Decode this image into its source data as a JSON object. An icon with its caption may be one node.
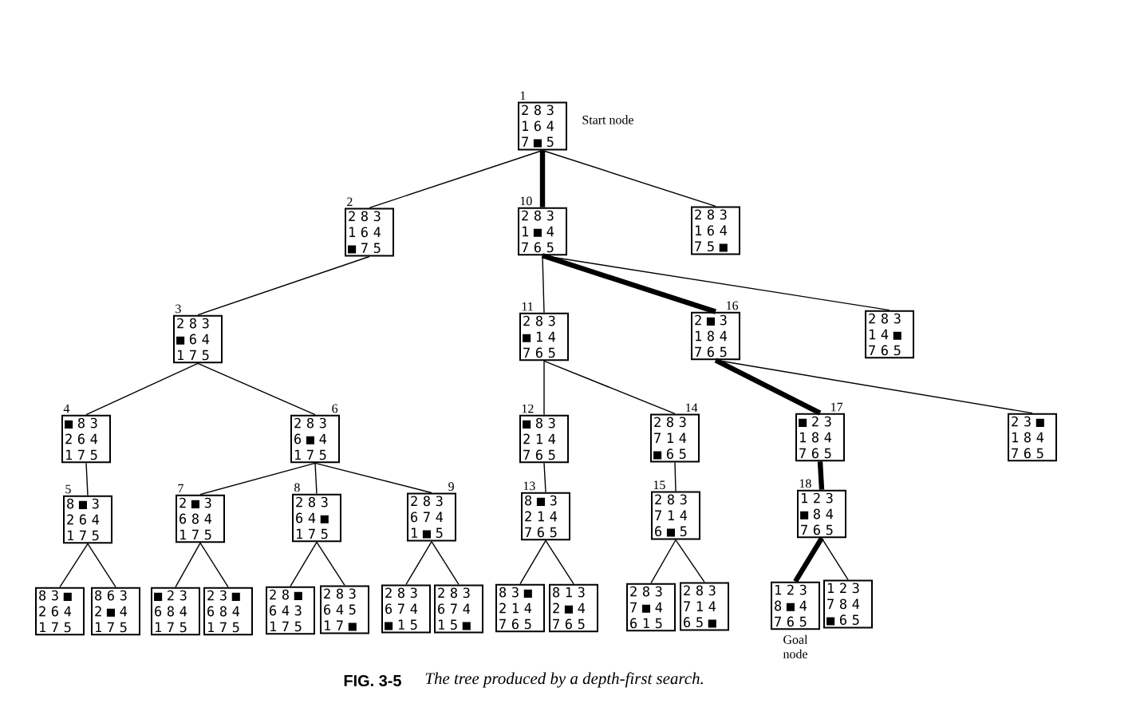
{
  "diagram": {
    "caption": "The tree produced by a depth-first search.",
    "nodes": [
      {
        "text": [
          "1",
          "2 8 3 1 6 4 7 ■ 5"
        ],
        "beside": [
          "Start node"
        ]
      },
      {
        "text": [
          "2",
          "2 8 3 1 6 4 ■ 7 5"
        ]
      },
      {
        "text": [
          "10",
          "2 8 3 1 ■ 4 7 6 5"
        ]
      },
      {
        "text": [
          "2 8 3 1 6 4 7 5 ■"
        ]
      },
      {
        "text": [
          "3",
          "2 8 3 ■ 6 4 1 7 5"
        ]
      },
      {
        "text": [
          "11",
          "2 8 3 ■ 1 4 7 6 5"
        ]
      },
      {
        "text": [
          "16",
          "2 ■ 3 1 8 4 7 6 5"
        ]
      },
      {
        "text": [
          "2 8 3 1 4 ■ 7 6 5"
        ]
      },
      {
        "text": [
          "4",
          "■ 8 3 2 6 4 1 7 5"
        ]
      },
      {
        "text": [
          "6",
          "2 8 3 6 ■ 4 1 7 5"
        ]
      },
      {
        "text": [
          "12",
          "■ 8 3 2 1 4 7 6 5"
        ]
      },
      {
        "text": [
          "14",
          "2 8 3 7 1 4 ■ 6 5"
        ]
      },
      {
        "text": [
          "17",
          "■ 2 3 1 8 4 7 6 5"
        ]
      },
      {
        "text": [
          "2 3 ■ 1 8 4 7 6 5"
        ]
      },
      {
        "text": [
          "5",
          "8 ■ 3 2 6 4 1 7 5"
        ]
      },
      {
        "text": [
          "7",
          "2 ■ 3 6 8 4 1 7 5"
        ]
      },
      {
        "text": [
          "8",
          "2 8 3 6 4 ■ 1 7 5"
        ]
      },
      {
        "text": [
          "9",
          "2 8 3 6 7 4 1 ■ 5"
        ]
      },
      {
        "text": [
          "13",
          "8 ■ 3 2 1 4 7 6 5"
        ]
      },
      {
        "text": [
          "15",
          "2 8 3 7 1 4 6 ■ 5"
        ]
      },
      {
        "text": [
          "18",
          "1 2 3 ■ 8 4 7 6 5"
        ]
      },
      {
        "text": [
          "8 3 ■ 2 6 4 1 7 5"
        ]
      },
      {
        "text": [
          "8 6 3 2 ■ 4 1 7 5"
        ]
      },
      {
        "text": [
          "■ 2 3 6 8 4 1 7 5"
        ]
      },
      {
        "text": [
          "2 3 ■ 6 8 4 1 7 5"
        ]
      },
      {
        "text": [
          "2 8 ■ 6 4 3 1 7 5"
        ]
      },
      {
        "text": [
          "2 8 3 6 4 5 1 7 ■"
        ]
      },
      {
        "text": [
          "2 8 3 6 7 4 ■ 1 5"
        ]
      },
      {
        "text": [
          "2 8 3 6 7 4 1 5 ■"
        ]
      },
      {
        "text": [
          "8 3 ■ 2 1 4 7 6 5"
        ]
      },
      {
        "text": [
          "8 1 3 2 ■ 4 7 6 5"
        ]
      },
      {
        "text": [
          "2 8 3 7 ■ 4 6 1 5"
        ]
      },
      {
        "text": [
          "2 8 3 7 1 4 6 5 ■"
        ]
      },
      {
        "text": [
          "1 2 3 8 ■ 4 7 6 5"
        ],
        "beside": [
          "Goal node"
        ]
      },
      {
        "text": [
          "1 2 3 7 8 4 ■ 6 5"
        ]
      }
    ],
    "edges": [
      {
        "from": 0,
        "to": 1,
        "arrow": "none"
      },
      {
        "from": 0,
        "to": 2,
        "arrow": "none",
        "style": "thick"
      },
      {
        "from": 0,
        "to": 3,
        "arrow": "none"
      },
      {
        "from": 1,
        "to": 4,
        "arrow": "none"
      },
      {
        "from": 2,
        "to": 5,
        "arrow": "none"
      },
      {
        "from": 2,
        "to": 6,
        "arrow": "none",
        "style": "thick"
      },
      {
        "from": 2,
        "to": 7,
        "arrow": "none"
      },
      {
        "from": 4,
        "to": 8,
        "arrow": "none"
      },
      {
        "from": 4,
        "to": 9,
        "arrow": "none"
      },
      {
        "from": 5,
        "to": 10,
        "arrow": "none"
      },
      {
        "from": 5,
        "to": 11,
        "arrow": "none"
      },
      {
        "from": 6,
        "to": 12,
        "arrow": "none",
        "style": "thick"
      },
      {
        "from": 6,
        "to": 13,
        "arrow": "none"
      },
      {
        "from": 8,
        "to": 14,
        "arrow": "none"
      },
      {
        "from": 9,
        "to": 15,
        "arrow": "none"
      },
      {
        "from": 9,
        "to": 16,
        "arrow": "none"
      },
      {
        "from": 9,
        "to": 17,
        "arrow": "none"
      },
      {
        "from": 10,
        "to": 18,
        "arrow": "none"
      },
      {
        "from": 11,
        "to": 19,
        "arrow": "none"
      },
      {
        "from": 12,
        "to": 20,
        "arrow": "none",
        "style": "thick"
      },
      {
        "from": 14,
        "to": 21,
        "arrow": "none"
      },
      {
        "from": 14,
        "to": 22,
        "arrow": "none"
      },
      {
        "from": 15,
        "to": 23,
        "arrow": "none"
      },
      {
        "from": 15,
        "to": 24,
        "arrow": "none"
      },
      {
        "from": 16,
        "to": 25,
        "arrow": "none"
      },
      {
        "from": 16,
        "to": 26,
        "arrow": "none"
      },
      {
        "from": 17,
        "to": 27,
        "arrow": "none"
      },
      {
        "from": 17,
        "to": 28,
        "arrow": "none"
      },
      {
        "from": 18,
        "to": 29,
        "arrow": "none"
      },
      {
        "from": 18,
        "to": 30,
        "arrow": "none"
      },
      {
        "from": 19,
        "to": 31,
        "arrow": "none"
      },
      {
        "from": 19,
        "to": 32,
        "arrow": "none"
      },
      {
        "from": 20,
        "to": 33,
        "arrow": "none",
        "style": "thick"
      },
      {
        "from": 20,
        "to": 34,
        "arrow": "none"
      }
    ],
    "labels": [
      "FIG. 3-5"
    ]
  }
}
